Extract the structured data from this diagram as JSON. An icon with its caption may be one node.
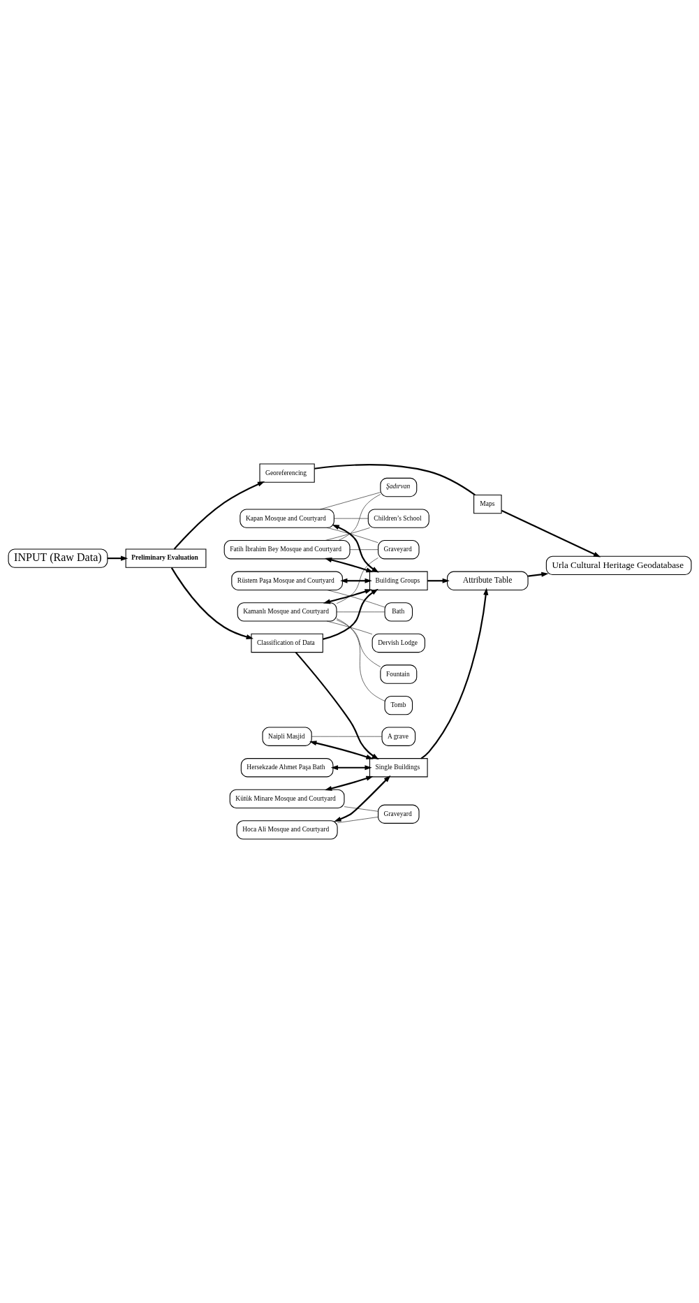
{
  "diagram": {
    "nodes": [
      {
        "text": [
          "INPUT (Raw Data)"
        ]
      },
      {
        "text": [
          "Preliminary Evaluation"
        ]
      },
      {
        "text": [
          "Georeferencing"
        ]
      },
      {
        "text": [
          "Classification of Data"
        ]
      },
      {
        "text": [
          "Maps"
        ]
      },
      {
        "text": [
          "Urla Cultural Heritage Geodatabase"
        ]
      },
      {
        "text": [
          "Building Groups"
        ]
      },
      {
        "text": [
          "Single Buildings"
        ]
      },
      {
        "text": [
          "Attribute Table"
        ]
      },
      {
        "text": [
          "Fatih İbrahim Bey Mosque and Courtyard"
        ]
      },
      {
        "text": [
          "Kapan Mosque and Courtyard"
        ]
      },
      {
        "text": [
          "Rüstem Paşa Mosque and Courtyard"
        ]
      },
      {
        "text": [
          "Kamanlı Mosque and Courtyard"
        ]
      },
      {
        "text": [
          "Naipli Masjid"
        ]
      },
      {
        "text": [
          "Hersekzade Ahmet Paşa Bath"
        ]
      },
      {
        "text": [
          "Kütük Minare Mosque and Courtyard"
        ]
      },
      {
        "text": [
          "Hoca Ali Mosque and Courtyard"
        ]
      },
      {
        "text": [
          "A grave"
        ]
      },
      {
        "text": [
          "Graveyard"
        ]
      },
      {
        "text": [
          "Children’s School"
        ]
      },
      {
        "text": [
          "Graveyard"
        ]
      },
      {
        "text": [
          "Şadırvan"
        ]
      },
      {
        "text": [
          "Dervish Lodge"
        ]
      },
      {
        "text": [
          "Bath"
        ]
      },
      {
        "text": [
          "Fountain"
        ]
      },
      {
        "text": [
          "Tomb"
        ]
      }
    ],
    "edges": [
      {
        "from": 0,
        "to": 1,
        "arrow": "to"
      },
      {
        "from": 1,
        "to": 2,
        "arrow": "to"
      },
      {
        "from": 1,
        "to": 3,
        "arrow": "to"
      },
      {
        "from": 2,
        "to": 4,
        "arrow": "none"
      },
      {
        "from": 4,
        "to": 5,
        "arrow": "to"
      },
      {
        "from": 3,
        "to": 6,
        "arrow": "to"
      },
      {
        "from": 3,
        "to": 7,
        "arrow": "to"
      },
      {
        "from": 9,
        "to": 6,
        "arrow": "both"
      },
      {
        "from": 10,
        "to": 6,
        "arrow": "both"
      },
      {
        "from": 11,
        "to": 6,
        "arrow": "both"
      },
      {
        "from": 12,
        "to": 6,
        "arrow": "both"
      },
      {
        "from": 13,
        "to": 7,
        "arrow": "both"
      },
      {
        "from": 14,
        "to": 7,
        "arrow": "both"
      },
      {
        "from": 15,
        "to": 7,
        "arrow": "both"
      },
      {
        "from": 16,
        "to": 7,
        "arrow": "both"
      },
      {
        "from": 6,
        "to": 8,
        "arrow": "to"
      },
      {
        "from": 7,
        "to": 8,
        "arrow": "to"
      },
      {
        "from": 8,
        "to": 5,
        "arrow": "to"
      },
      {
        "from": 13,
        "to": 17,
        "arrow": "none"
      },
      {
        "from": 15,
        "to": 18,
        "arrow": "none"
      },
      {
        "from": 16,
        "to": 18,
        "arrow": "none"
      },
      {
        "from": 9,
        "to": 19,
        "arrow": "none"
      },
      {
        "from": 9,
        "to": 20,
        "arrow": "none"
      },
      {
        "from": 9,
        "to": 21,
        "arrow": "none"
      },
      {
        "from": 10,
        "to": 19,
        "arrow": "none"
      },
      {
        "from": 10,
        "to": 20,
        "arrow": "none"
      },
      {
        "from": 10,
        "to": 21,
        "arrow": "none"
      },
      {
        "from": 11,
        "to": 23,
        "arrow": "none"
      },
      {
        "from": 12,
        "to": 20,
        "arrow": "none"
      },
      {
        "from": 12,
        "to": 22,
        "arrow": "none"
      },
      {
        "from": 12,
        "to": 23,
        "arrow": "none"
      },
      {
        "from": 12,
        "to": 24,
        "arrow": "none"
      },
      {
        "from": 12,
        "to": 25,
        "arrow": "none"
      }
    ]
  }
}
